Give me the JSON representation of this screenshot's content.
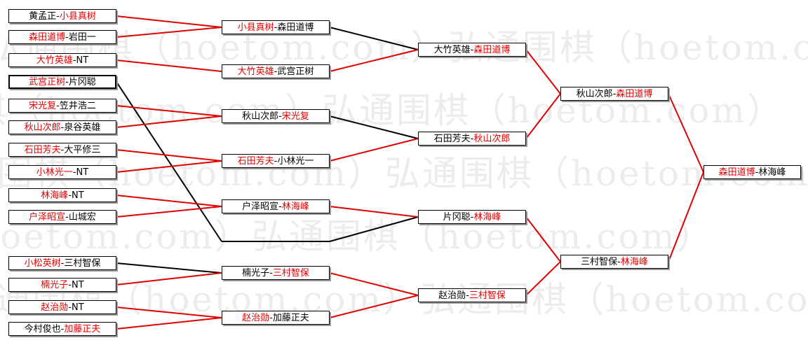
{
  "watermark": "弘通围棋（hoetom.com）",
  "colors": {
    "win": "#e00000",
    "loss": "#000000"
  },
  "rounds": [
    [
      {
        "a": "黄孟正",
        "b": "小县真树",
        "w": "b"
      },
      {
        "a": "森田道博",
        "b": "岩田一",
        "w": "a"
      },
      {
        "a": "大竹英雄",
        "b": "NT",
        "w": "a"
      },
      {
        "a": "武宫正树",
        "b": "片冈聪",
        "w": "a"
      },
      {
        "a": "宋光复",
        "b": "笠井浩二",
        "w": "a"
      },
      {
        "a": "秋山次郎",
        "b": "泉谷英雄",
        "w": "a"
      },
      {
        "a": "石田芳夫",
        "b": "大平修三",
        "w": "a"
      },
      {
        "a": "小林光一",
        "b": "NT",
        "w": "a"
      },
      {
        "a": "林海峰",
        "b": "NT",
        "w": "a"
      },
      {
        "a": "户泽昭宣",
        "b": "山城宏",
        "w": "a"
      },
      {
        "a": "小松英树",
        "b": "三村智保",
        "w": "a"
      },
      {
        "a": "楠光子",
        "b": "NT",
        "w": "a"
      },
      {
        "a": "赵治勋",
        "b": "NT",
        "w": "a"
      },
      {
        "a": "今村俊也",
        "b": "加藤正夫",
        "w": "b"
      }
    ],
    [
      {
        "a": "小县真树",
        "b": "森田道博",
        "w": "a"
      },
      {
        "a": "大竹英雄",
        "b": "武宫正树",
        "w": "a"
      },
      {
        "a": "秋山次郎",
        "b": "宋光复",
        "w": "b"
      },
      {
        "a": "石田芳夫",
        "b": "小林光一",
        "w": "a"
      },
      {
        "a": "户泽昭宣",
        "b": "林海峰",
        "w": "b"
      },
      {
        "a": "楠光子",
        "b": "三村智保",
        "w": "b"
      },
      {
        "a": "赵治勋",
        "b": "加藤正夫",
        "w": "a"
      }
    ],
    [
      {
        "a": "大竹英雄",
        "b": "森田道博",
        "w": "b"
      },
      {
        "a": "石田芳夫",
        "b": "秋山次郎",
        "w": "b"
      },
      {
        "a": "片冈聪",
        "b": "林海峰",
        "w": "b"
      },
      {
        "a": "赵治勋",
        "b": "三村智保",
        "w": "b"
      }
    ],
    [
      {
        "a": "秋山次郎",
        "b": "森田道博",
        "w": "b"
      },
      {
        "a": "三村智保",
        "b": "林海峰",
        "w": "b"
      }
    ],
    [
      {
        "a": "森田道博",
        "b": "林海峰",
        "w": "a"
      }
    ]
  ]
}
